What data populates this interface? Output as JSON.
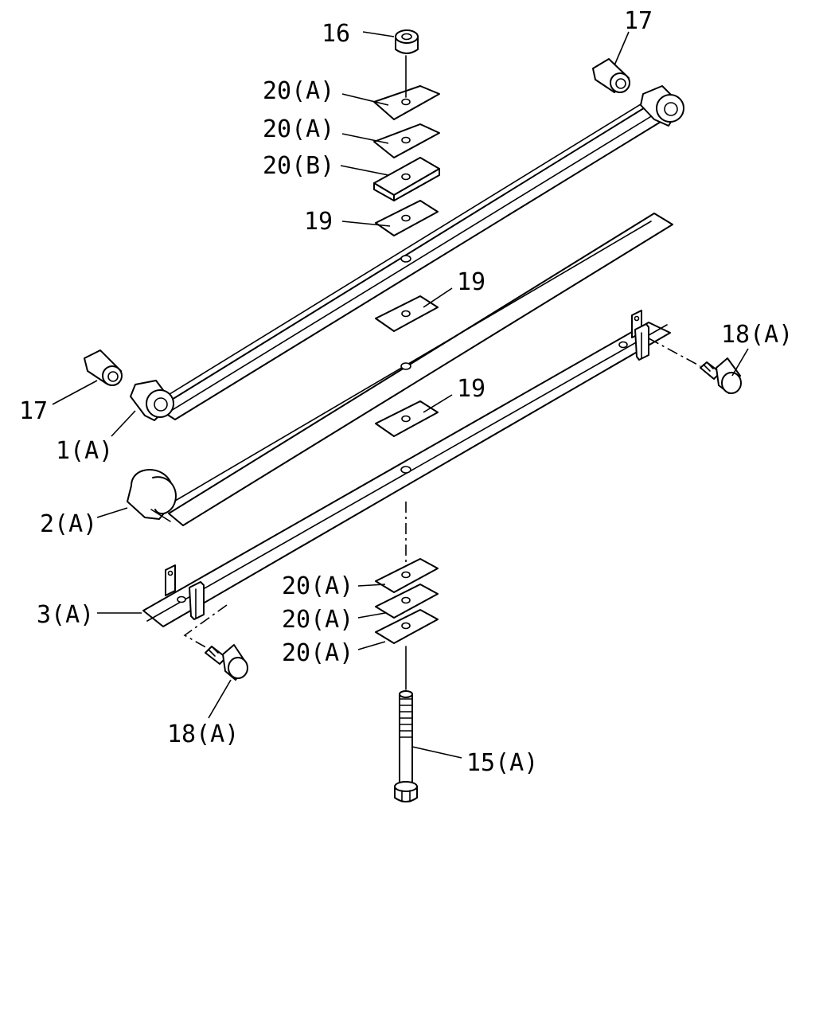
{
  "callouts": {
    "c16": "16",
    "c17_top": "17",
    "c17_left": "17",
    "c20a_1": "20(A)",
    "c20a_2": "20(A)",
    "c20b": "20(B)",
    "c19_top": "19",
    "c19_mid": "19",
    "c19_low": "19",
    "c18a_right": "18(A)",
    "c18a_left": "18(A)",
    "c1a": "1(A)",
    "c2a": "2(A)",
    "c3a": "3(A)",
    "c20a_low1": "20(A)",
    "c20a_low2": "20(A)",
    "c20a_low3": "20(A)",
    "c15a": "15(A)"
  }
}
